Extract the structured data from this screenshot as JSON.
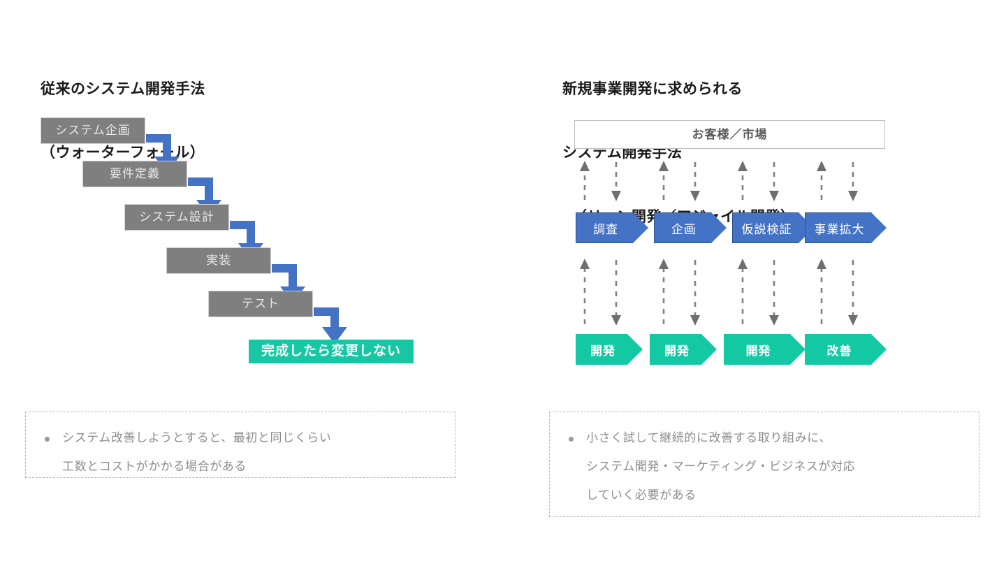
{
  "left": {
    "title_lines": [
      "従来のシステム開発手法",
      "（ウォーターフォール）"
    ],
    "steps": [
      {
        "label": "システム企画"
      },
      {
        "label": "要件定義"
      },
      {
        "label": "システム設計"
      },
      {
        "label": "実装"
      },
      {
        "label": "テスト"
      }
    ],
    "goal_label": "完成したら変更しない",
    "note": "システム改善しようとすると、最初と同じくらい\n工数とコストがかかる場合がある"
  },
  "right": {
    "title_lines": [
      "新規事業開発に求められる",
      "システム開発手法",
      "（リーン開発／アジャイル開発）"
    ],
    "customer_box": "お客様／市場",
    "process_steps": [
      {
        "label": "調査"
      },
      {
        "label": "企画"
      },
      {
        "label": "仮説検証"
      },
      {
        "label": "事業拡大"
      }
    ],
    "dev_steps": [
      {
        "label": "開発"
      },
      {
        "label": "開発"
      },
      {
        "label": "開発"
      },
      {
        "label": "改善"
      }
    ],
    "note": "小さく試して継続的に改善する取り組みに、\nシステム開発・マーケティング・ビジネスが対応\nしていく必要がある"
  },
  "colors": {
    "step_gray": "#7F7F7F",
    "accent_green": "#12C9A4",
    "accent_blue": "#4472C4",
    "arrow_blue": "#4472C4",
    "dashed_gray": "#808080",
    "note_text": "#8C8C8C",
    "title_text": "#1A1A1A"
  }
}
